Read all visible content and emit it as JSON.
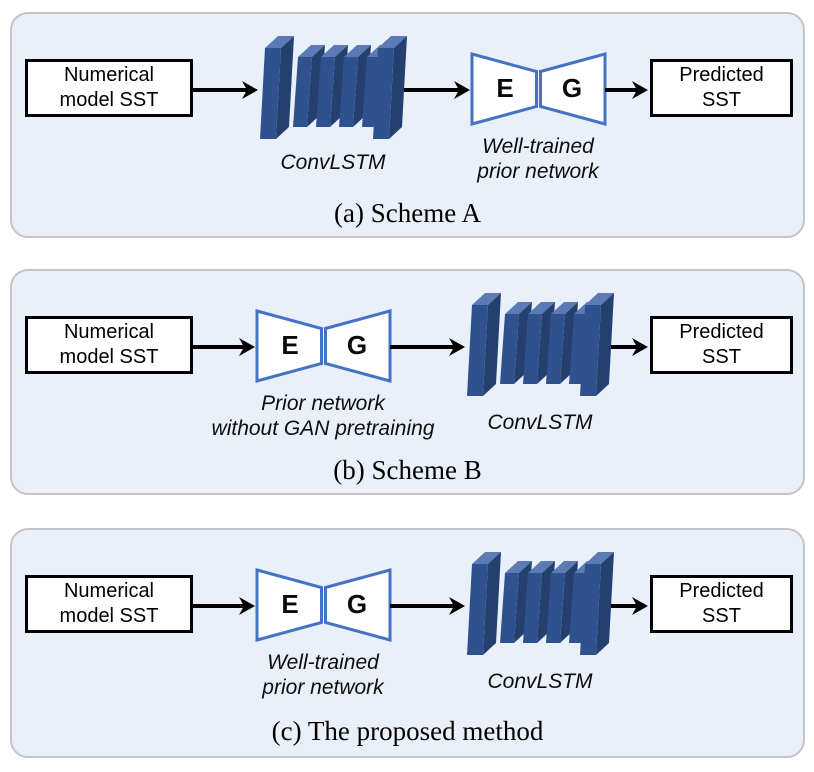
{
  "figure": {
    "colors": {
      "panel_bg": "#EAF0FA",
      "panel_border": "#C3C4C8",
      "slab_front": "#2F528F",
      "slab_top": "#5C7BB4",
      "slab_side": "#24406F",
      "bowtie_stroke": "#4472C4",
      "bowtie_fill": "#FFFFFF",
      "arrow": "#000000"
    },
    "panels": [
      {
        "caption": "(a) Scheme A",
        "input_box": {
          "line1": "Numerical",
          "line2": "model SST"
        },
        "output_box": {
          "line1": "Predicted",
          "line2": "SST"
        },
        "conv_label": "ConvLSTM",
        "encoder_letter": "E",
        "generator_letter": "G",
        "prior_label": {
          "line1": "Well-trained",
          "line2": "prior network"
        }
      },
      {
        "caption": "(b) Scheme B",
        "input_box": {
          "line1": "Numerical",
          "line2": "model SST"
        },
        "output_box": {
          "line1": "Predicted",
          "line2": "SST"
        },
        "conv_label": "ConvLSTM",
        "encoder_letter": "E",
        "generator_letter": "G",
        "prior_label": {
          "line1": "Prior network",
          "line2": "without GAN pretraining"
        }
      },
      {
        "caption": "(c) The proposed method",
        "input_box": {
          "line1": "Numerical",
          "line2": "model SST"
        },
        "output_box": {
          "line1": "Predicted",
          "line2": "SST"
        },
        "conv_label": "ConvLSTM",
        "encoder_letter": "E",
        "generator_letter": "G",
        "prior_label": {
          "line1": "Well-trained",
          "line2": "prior network"
        }
      }
    ]
  }
}
